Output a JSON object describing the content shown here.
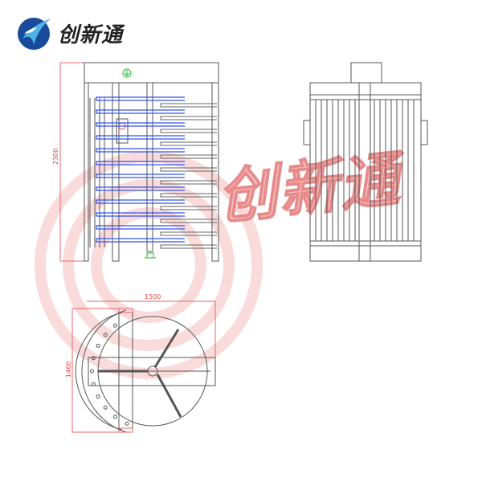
{
  "logo": {
    "text": "创新通",
    "colors": {
      "primary": "#1a4a9a",
      "accent": "#4fb3e8"
    }
  },
  "watermark": {
    "text": "创新通",
    "color": "#e65a5a"
  },
  "dimensions": {
    "height": "2300",
    "width": "1500",
    "depth": "1460"
  },
  "colors": {
    "arms": "#3355ee",
    "lines": "#555555",
    "dimension": "#ee4444",
    "indicator": "#22bb33"
  }
}
